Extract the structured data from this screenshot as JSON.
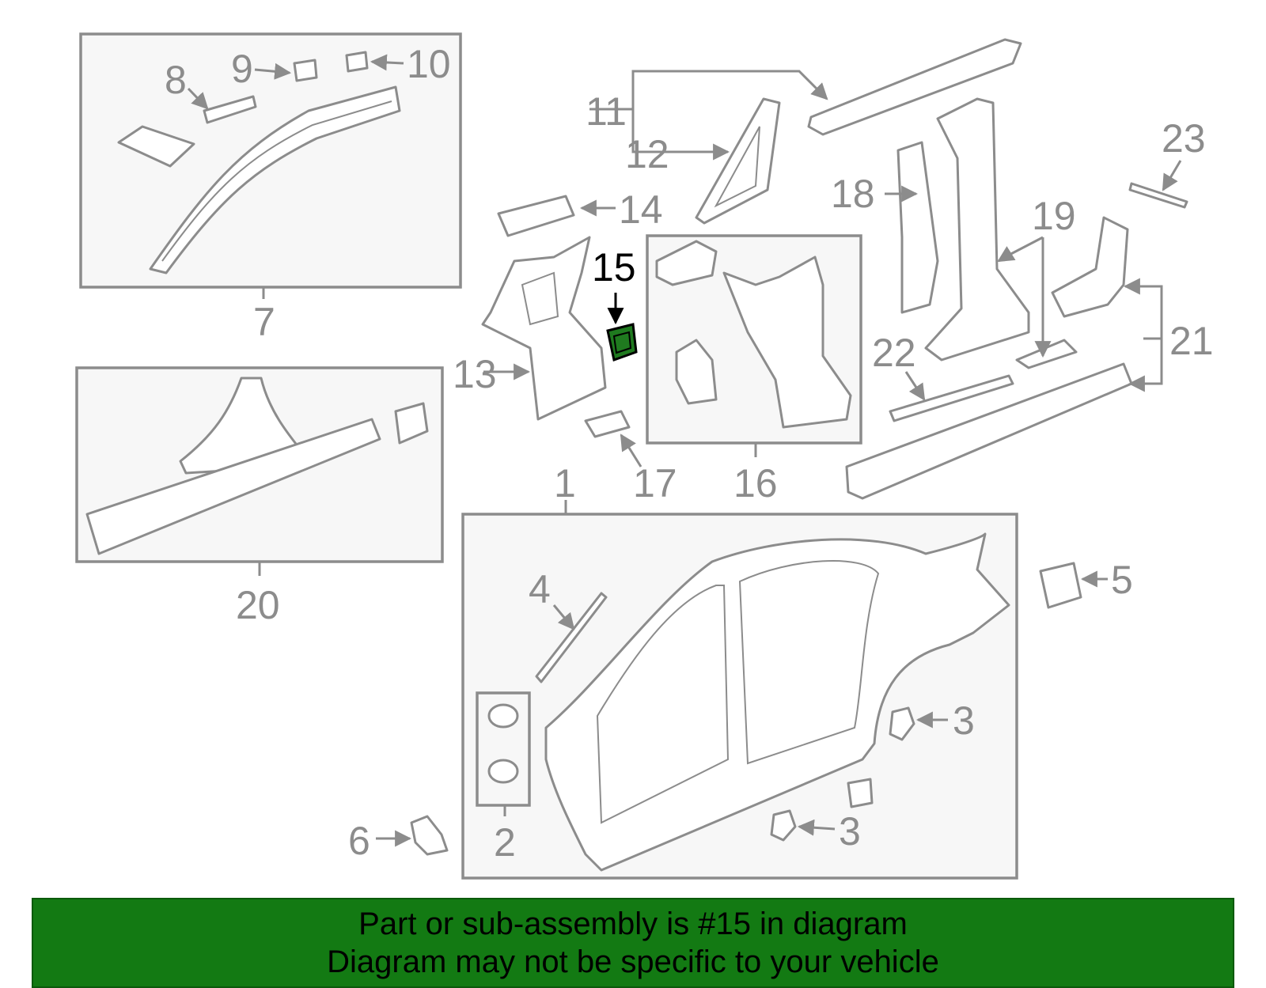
{
  "diagram": {
    "callouts": {
      "c1": "1",
      "c2": "2",
      "c3a": "3",
      "c3b": "3",
      "c4": "4",
      "c5": "5",
      "c6": "6",
      "c7": "7",
      "c8": "8",
      "c9": "9",
      "c10": "10",
      "c11": "11",
      "c12": "12",
      "c13": "13",
      "c14": "14",
      "c15": "15",
      "c16": "16",
      "c17": "17",
      "c18": "18",
      "c19": "19",
      "c20": "20",
      "c21": "21",
      "c22": "22",
      "c23": "23"
    },
    "highlighted_part": "15",
    "colors": {
      "line": "#8c8c8c",
      "highlight_fill": "#1f7a1f",
      "banner_bg": "#137a13"
    }
  },
  "banner": {
    "line1": "Part or sub-assembly is #15 in diagram",
    "line2": "Diagram may not be specific to your vehicle"
  }
}
